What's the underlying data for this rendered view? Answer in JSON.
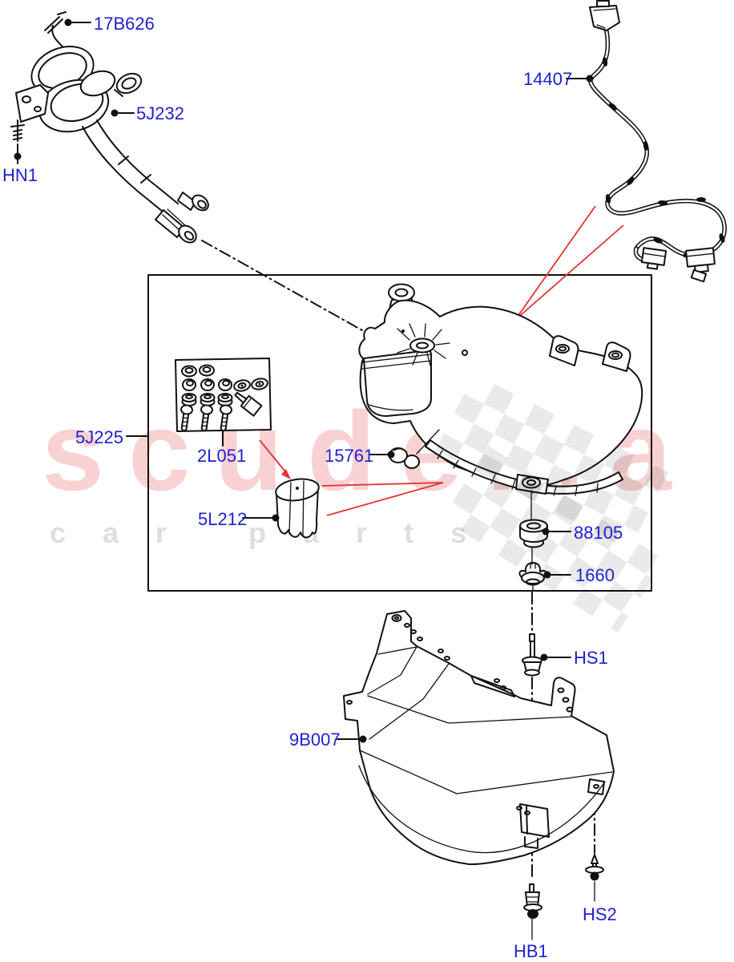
{
  "diagram": {
    "type": "exploded-parts-diagram",
    "label_color": "#1f1fd1",
    "line_color": "#111111",
    "callout_color": "#e23434",
    "parts": {
      "p17B626": "17B626",
      "p5J232": "5J232",
      "hn1": "HN1",
      "p14407": "14407",
      "p5J225": "5J225",
      "p2L051": "2L051",
      "p15761": "15761",
      "p5L212": "5L212",
      "p88105": "88105",
      "p1660": "1660",
      "hs1": "HS1",
      "p9B007": "9B007",
      "hs2": "HS2",
      "hb1": "HB1"
    }
  },
  "watermark": {
    "title": "scuderia",
    "subtitle": "car parts",
    "title_color": "#f8d2d2",
    "subtitle_color": "#dedede"
  }
}
